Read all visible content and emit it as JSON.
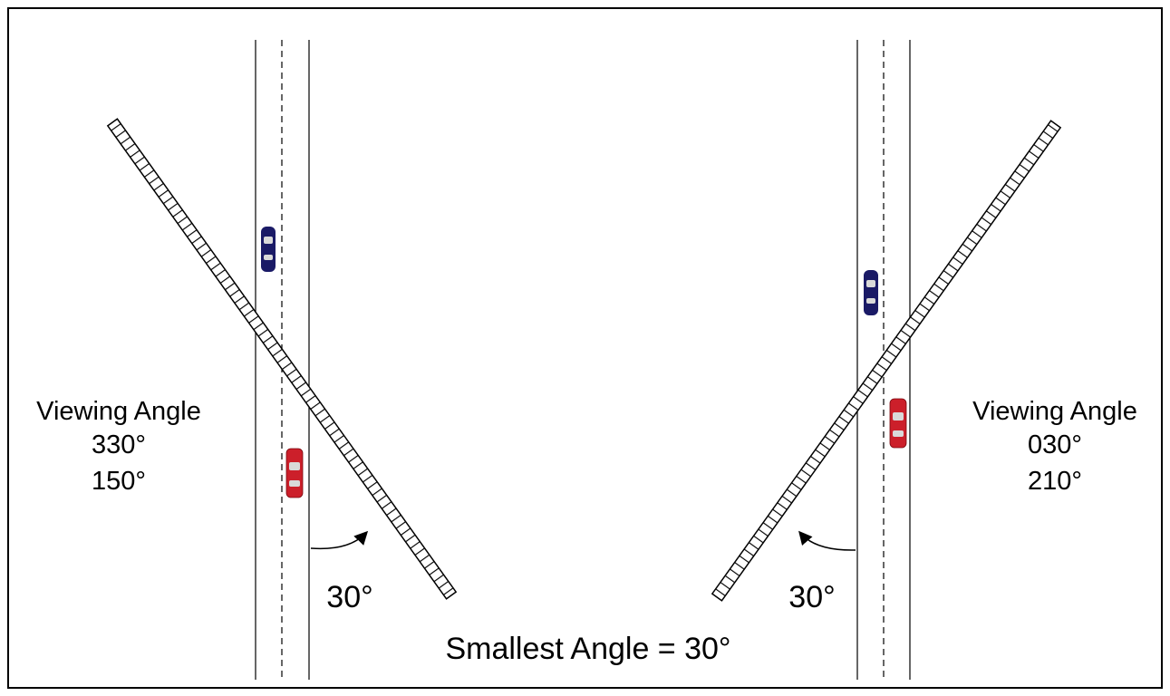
{
  "left_panel": {
    "viewing_angle_label": "Viewing Angle",
    "angle_primary": "330°",
    "angle_secondary": "150°",
    "intersection_angle": "30°"
  },
  "right_panel": {
    "viewing_angle_label": "Viewing Angle",
    "angle_primary": "030°",
    "angle_secondary": "210°",
    "intersection_angle": "30°"
  },
  "caption": "Smallest Angle = 30°",
  "colors": {
    "frame": "#000000",
    "road_line": "#000000",
    "scale_bar_fill": "#ffffff",
    "car_blue": "#1a1a66",
    "car_red": "#cc1f2a",
    "car_glass": "#d9d9d9"
  }
}
